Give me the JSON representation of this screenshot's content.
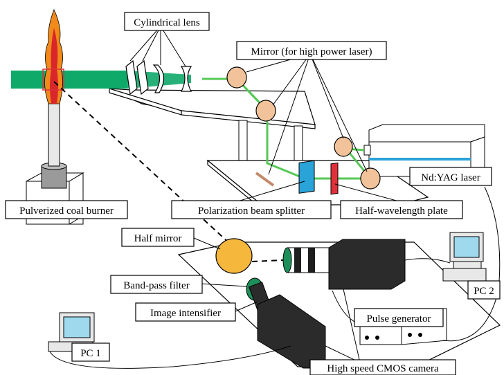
{
  "labels": {
    "cylindrical_lens": "Cylindrical lens",
    "mirror": "Mirror (for high power laser)",
    "nd_yag_laser": "Nd:YAG laser",
    "pulverized_coal_burner": "Pulverized coal burner",
    "polarization_beam_splitter": "Polarization beam splitter",
    "half_wavelength_plate": "Half-wavelength plate",
    "half_mirror": "Half mirror",
    "band_pass_filter": "Band-pass filter",
    "image_intensifier": "Image intensifier",
    "pulse_generator": "Pulse generator",
    "pc1": "PC 1",
    "pc2": "PC 2",
    "high_speed_cmos_camera": "High speed CMOS camera"
  },
  "colors": {
    "laser_sheet": "#0fa96a",
    "laser_beam": "#55c855",
    "mirror": "#f2c39a",
    "half_mirror": "#f5b83c",
    "beam_splitter": "#2aa3d8",
    "waveplate": "#e0303a",
    "flame_outer": "#f08a1a",
    "flame_inner": "#d8262a",
    "camera": "#2b2b2b",
    "filter": "#1d8f5a"
  },
  "icons": [
    "burner-icon",
    "flame-icon",
    "laser-icon",
    "computer-icon",
    "camera-icon",
    "mirror-icon",
    "lens-icon",
    "pulse-generator-icon"
  ]
}
